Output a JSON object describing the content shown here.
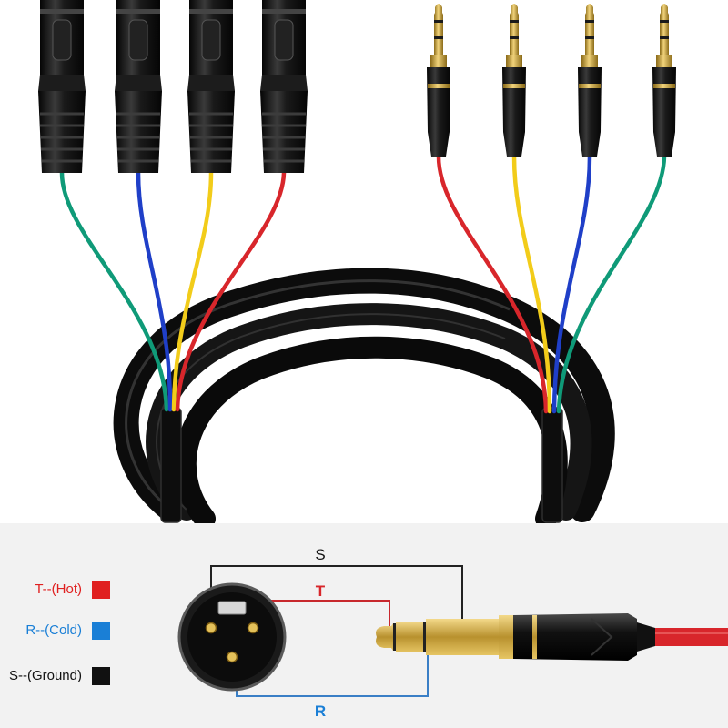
{
  "colors": {
    "wire_green": "#0f9a78",
    "wire_blue": "#1f3fc8",
    "wire_yellow": "#f2cc1a",
    "wire_red": "#d8262b",
    "cable_black": "#111111",
    "panel_bg": "#f2f2f2",
    "hot": "#e02020",
    "cold": "#1a7fd6",
    "ground": "#111111",
    "gold": "#c9a23a"
  },
  "icons": {
    "xlr_female": "xlr-female-connector-icon",
    "trs_plug": "quarter-inch-trs-plug-icon",
    "xlr_face": "xlr-pin-face-icon"
  },
  "legend": [
    {
      "label": "T--(Hot)",
      "color": "#e02020",
      "text_color": "#e02020"
    },
    {
      "label": "R--(Cold)",
      "color": "#1a7fd6",
      "text_color": "#1a7fd6"
    },
    {
      "label": "S--(Ground)",
      "color": "#111111",
      "text_color": "#111111"
    }
  ],
  "wiring": {
    "s_label": "S",
    "t_label": "T",
    "r_label": "R"
  }
}
